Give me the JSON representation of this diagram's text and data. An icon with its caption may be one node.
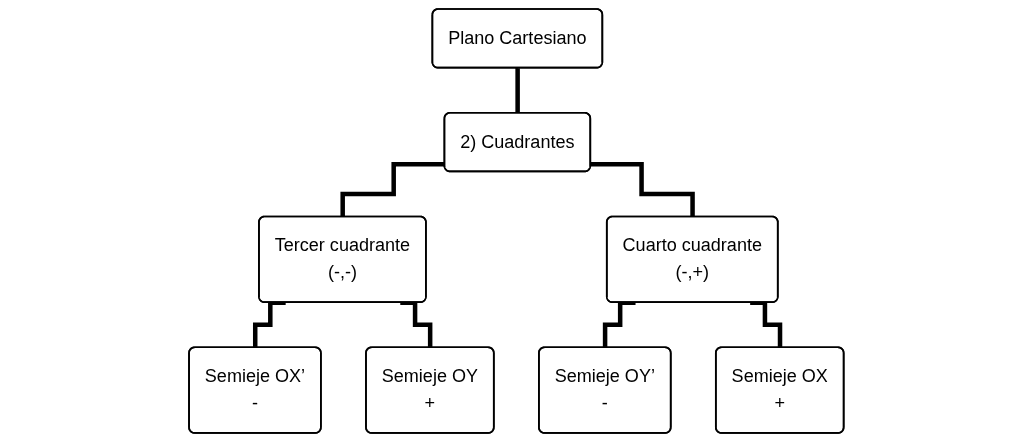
{
  "diagram": {
    "nodes": [
      {
        "text": [
          "Plano Cartesiano"
        ]
      },
      {
        "text": [
          "2) Cuadrantes"
        ]
      },
      {
        "text": [
          "Tercer cuadrante",
          "(-,-)"
        ]
      },
      {
        "text": [
          "Cuarto cuadrante",
          "(-,+)"
        ]
      },
      {
        "text": [
          "Semieje OX’",
          "-"
        ]
      },
      {
        "text": [
          "Semieje OY",
          "+"
        ]
      },
      {
        "text": [
          "Semieje OY’",
          "-"
        ]
      },
      {
        "text": [
          "Semieje OX",
          "+"
        ]
      }
    ],
    "edges": [
      {
        "from": 0,
        "to": 1,
        "arrow": "none"
      },
      {
        "from": 1,
        "to": 2,
        "arrow": "none"
      },
      {
        "from": 1,
        "to": 3,
        "arrow": "none"
      },
      {
        "from": 2,
        "to": 4,
        "arrow": "none"
      },
      {
        "from": 2,
        "to": 5,
        "arrow": "none"
      },
      {
        "from": 3,
        "to": 6,
        "arrow": "none"
      },
      {
        "from": 3,
        "to": 7,
        "arrow": "none"
      }
    ]
  }
}
